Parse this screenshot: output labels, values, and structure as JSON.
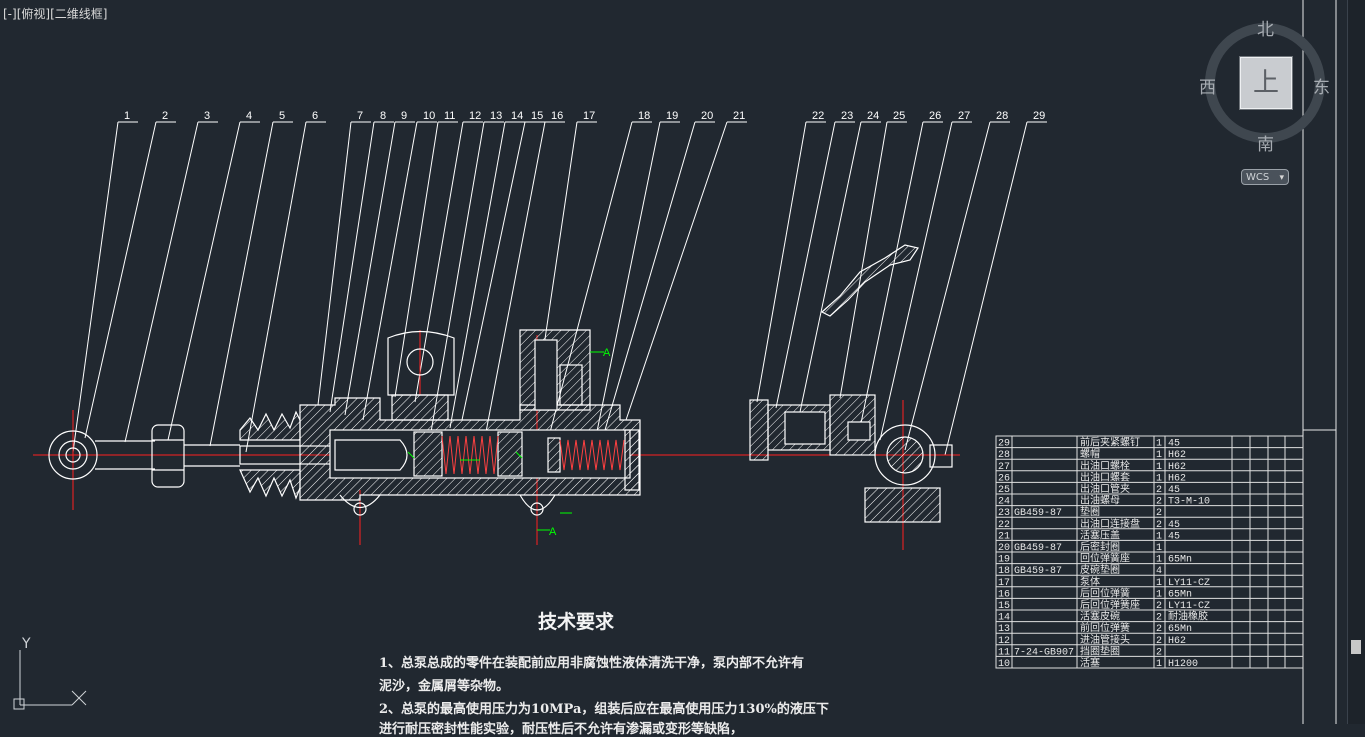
{
  "viewport": {
    "control": "[-]",
    "view": "[俯视]",
    "style": "[二维线框]"
  },
  "viewcube": {
    "face": "上",
    "north": "北",
    "south": "南",
    "west": "西",
    "east": "东",
    "wcs": "WCS"
  },
  "ucs": {
    "y": "Y",
    "x": "X"
  },
  "balloons": [
    "1",
    "2",
    "3",
    "4",
    "5",
    "6",
    "7",
    "8",
    "9",
    "10",
    "11",
    "12",
    "13",
    "14",
    "15",
    "16",
    "17",
    "18",
    "19",
    "20",
    "21",
    "22",
    "23",
    "24",
    "25",
    "26",
    "27",
    "28",
    "29"
  ],
  "section_label": "A",
  "tech": {
    "title": "技术要求",
    "line1": "1、总泵总成的零件在装配前应用非腐蚀性液体清洗干净，泵内部不允许有",
    "line2": "泥沙，金属屑等杂物。",
    "line3": "2、总泵的最高使用压力为10MPa，组装后应在最高使用压力130%的液压下",
    "line4": "进行耐压密封性能实验，耐压性后不允许有渗漏或变形等缺陷，"
  },
  "bom": [
    {
      "no": "29",
      "code": "",
      "name": "前后夹紧螺钉",
      "qty": "1",
      "mat": "45"
    },
    {
      "no": "28",
      "code": "",
      "name": "螺帽",
      "qty": "1",
      "mat": "H62"
    },
    {
      "no": "27",
      "code": "",
      "name": "出油口螺栓",
      "qty": "1",
      "mat": "H62"
    },
    {
      "no": "26",
      "code": "",
      "name": "出油口螺套",
      "qty": "1",
      "mat": "H62"
    },
    {
      "no": "25",
      "code": "",
      "name": "出油口管夹",
      "qty": "2",
      "mat": "45"
    },
    {
      "no": "24",
      "code": "",
      "name": "出油螺母",
      "qty": "2",
      "mat": "T3-M-10"
    },
    {
      "no": "23",
      "code": "GB459-87",
      "name": "垫圈",
      "qty": "2",
      "mat": ""
    },
    {
      "no": "22",
      "code": "",
      "name": "出油口连接盘",
      "qty": "2",
      "mat": "45"
    },
    {
      "no": "21",
      "code": "",
      "name": "活塞压盖",
      "qty": "1",
      "mat": "45"
    },
    {
      "no": "20",
      "code": "GB459-87",
      "name": "后密封圈",
      "qty": "1",
      "mat": ""
    },
    {
      "no": "19",
      "code": "",
      "name": "回位弹簧座",
      "qty": "1",
      "mat": "65Mn"
    },
    {
      "no": "18",
      "code": "GB459-87",
      "name": "皮碗垫圈",
      "qty": "4",
      "mat": ""
    },
    {
      "no": "17",
      "code": "",
      "name": "泵体",
      "qty": "1",
      "mat": "LY11-CZ"
    },
    {
      "no": "16",
      "code": "",
      "name": "后回位弹簧",
      "qty": "1",
      "mat": "65Mn"
    },
    {
      "no": "15",
      "code": "",
      "name": "后回位弹簧座",
      "qty": "2",
      "mat": "LY11-CZ"
    },
    {
      "no": "14",
      "code": "",
      "name": "活塞皮碗",
      "qty": "2",
      "mat": "耐油橡胶"
    },
    {
      "no": "13",
      "code": "",
      "name": "前回位弹簧",
      "qty": "2",
      "mat": "65Mn"
    },
    {
      "no": "12",
      "code": "",
      "name": "进油管接头",
      "qty": "2",
      "mat": "H62"
    },
    {
      "no": "11",
      "code": "7-24-GB907",
      "name": "挡圈垫圈",
      "qty": "2",
      "mat": ""
    },
    {
      "no": "10",
      "code": "",
      "name": "活塞",
      "qty": "1",
      "mat": "H1200"
    }
  ],
  "colors": {
    "background": "#212830",
    "geometry": "#ffffff",
    "centerline": "#ff2020",
    "hatch": "#ffffff",
    "dimension": "#00ff00"
  }
}
